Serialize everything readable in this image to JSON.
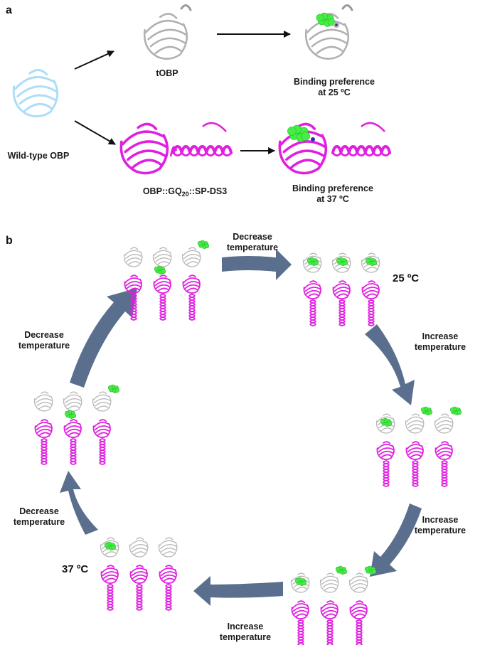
{
  "colors": {
    "wildtype": "#a9dcf7",
    "tobp": "#a9a9a9",
    "fusion": "#e020e0",
    "ligand": "#44ee44",
    "cycle_arrow": "#5a6f8d",
    "text": "#1a1a1a"
  },
  "panel_a": {
    "label": "a",
    "wildtype": "Wild-type OBP",
    "tobp": "tOBP",
    "fusion_prefix": "OBP::GQ",
    "fusion_sub": "20",
    "fusion_suffix": "::SP-DS3",
    "pref25_line1": "Binding preference",
    "pref25_line2": "at 25 ºC",
    "pref37_line1": "Binding preference",
    "pref37_line2": "at 37 ºC"
  },
  "panel_b": {
    "label": "b",
    "temp_25": "25 ºC",
    "temp_37": "37 ºC",
    "arrows": [
      {
        "line1": "Decrease",
        "line2": "temperature"
      },
      {
        "line1": "Increase",
        "line2": "temperature"
      },
      {
        "line1": "Increase",
        "line2": "temperature"
      },
      {
        "line1": "Increase",
        "line2": "temperature"
      },
      {
        "line1": "Decrease",
        "line2": "temperature"
      },
      {
        "line1": "Decrease",
        "line2": "temperature"
      }
    ]
  },
  "icons": {
    "protein": "protein-ribbon-icon",
    "ligand": "ligand-sphere-icon"
  }
}
